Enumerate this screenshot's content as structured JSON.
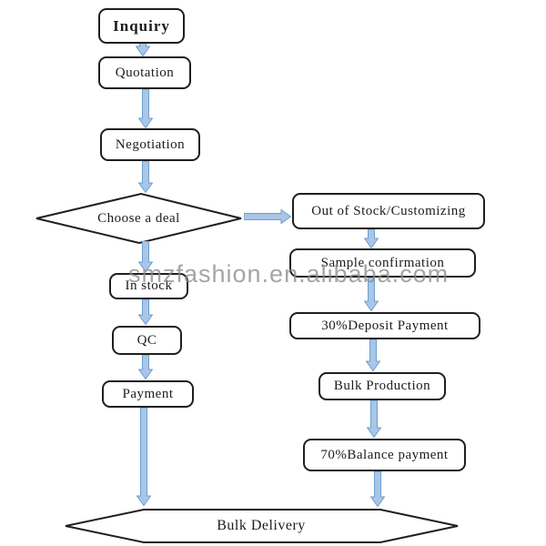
{
  "diagram_title": "Order process flowchart",
  "watermark": "smzfashion.en.alibaba.com",
  "colors": {
    "background": "#ffffff",
    "box_fill": "#ffffff",
    "box_border": "#1f1f1f",
    "text": "#1c1c1c",
    "arrow_fill": "#a9c6e8",
    "arrow_stroke": "#6d9ece",
    "watermark": "#8c8c8c"
  },
  "nodes": {
    "inquiry": "Inquiry",
    "quotation": "Quotation",
    "negotiation": "Negotiation",
    "choose_a_deal": "Choose a deal",
    "out_of_stock": "Out of Stock/Customizing",
    "sample_confirmation": "Sample confirmation",
    "in_stock": "In stock",
    "qc": "QC",
    "deposit_payment": "30%Deposit Payment",
    "bulk_production": "Bulk Production",
    "payment": "Payment",
    "balance_payment": "70%Balance payment",
    "bulk_delivery": "Bulk Delivery"
  },
  "edges": [
    "inquiry->quotation",
    "quotation->negotiation",
    "negotiation->choose_a_deal",
    "choose_a_deal->in_stock",
    "choose_a_deal->out_of_stock",
    "in_stock->qc",
    "qc->payment",
    "payment->bulk_delivery",
    "out_of_stock->sample_confirmation",
    "sample_confirmation->deposit_payment",
    "deposit_payment->bulk_production",
    "bulk_production->balance_payment",
    "balance_payment->bulk_delivery"
  ]
}
